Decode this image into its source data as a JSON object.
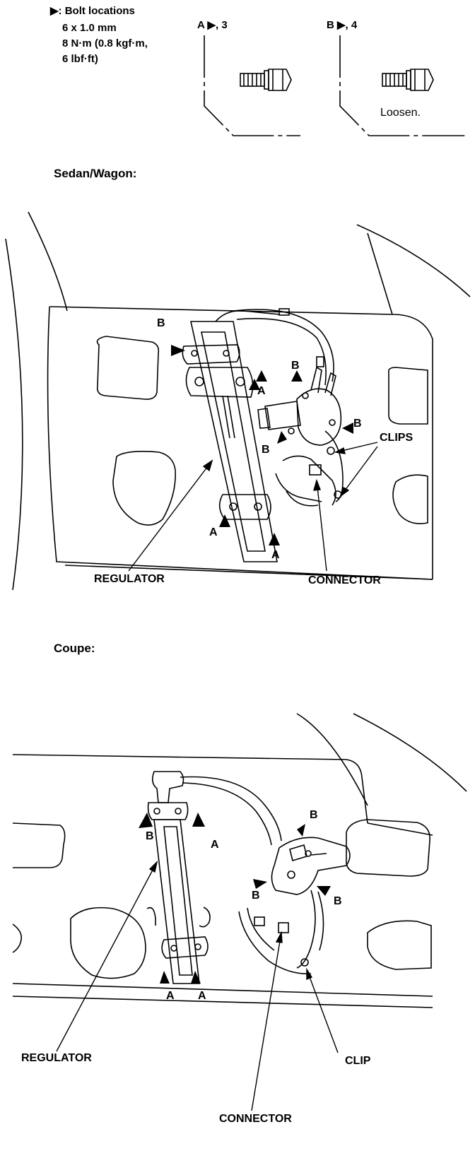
{
  "legend": {
    "marker": "▶",
    "title": ": Bolt locations",
    "size": "6 x 1.0 mm",
    "torque": "8 N·m (0.8 kgf·m,",
    "torque_lbf": "6 lbf·ft)"
  },
  "bolt_a": {
    "label": "A ▶, 3"
  },
  "bolt_b": {
    "label": "B ▶, 4",
    "note": "Loosen."
  },
  "sedan": {
    "heading": "Sedan/Wagon:",
    "labels": {
      "b1": "B",
      "b2": "B",
      "b3": "B",
      "b4": "B",
      "a1": "A",
      "a2": "A",
      "a3": "A",
      "clips": "CLIPS",
      "regulator": "REGULATOR",
      "connector": "CONNECTOR"
    }
  },
  "coupe": {
    "heading": "Coupe:",
    "labels": {
      "b1": "B",
      "b2": "B",
      "b3": "B",
      "b4": "B",
      "a1": "A",
      "a2": "A",
      "a3": "A",
      "regulator": "REGULATOR",
      "connector": "CONNECTOR",
      "clip": "CLIP"
    }
  }
}
